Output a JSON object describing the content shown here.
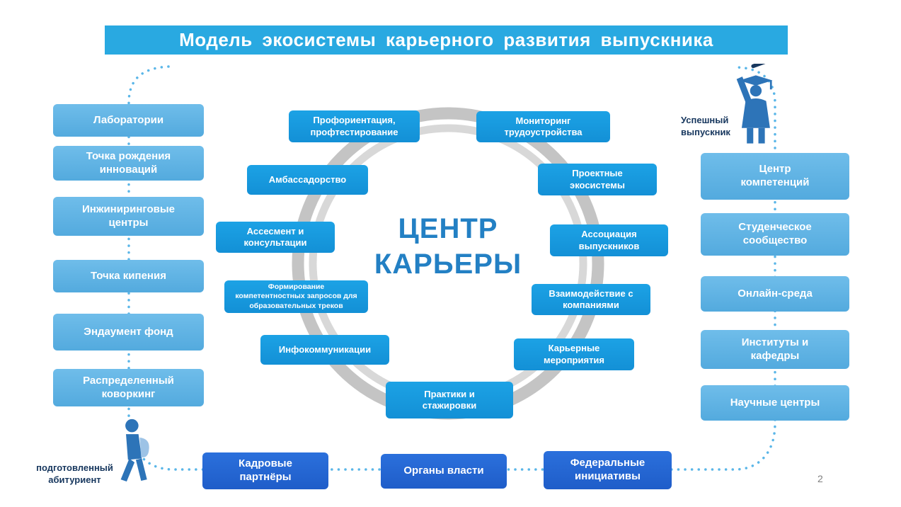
{
  "slide": {
    "title": "Модель экосистемы карьерного развития выпускника",
    "page_number": "2"
  },
  "center": {
    "label": "ЦЕНТР\nКАРЬЕРЫ"
  },
  "left_column": [
    "Лаборатории",
    "Точка рождения\nинноваций",
    "Инжиниринговые\nцентры",
    "Точка кипения",
    "Эндаумент фонд",
    "Распределенный\nковоркинг"
  ],
  "right_column": [
    "Центр\nкомпетенций",
    "Студенческое\nсообщество",
    "Онлайн-среда",
    "Институты и\nкафедры",
    "Научные центры"
  ],
  "inner_ring": [
    "Профориентация,\nпрофтестирование",
    "Мониторинг\nтрудоустройства",
    "Амбассадорство",
    "Проектные\nэкосистемы",
    "Ассесмент и\nконсультации",
    "Ассоциация\nвыпускников",
    "Формирование\nкомпетентностных запросов для\nобразовательных треков",
    "Взаимодействие с\nкомпаниями",
    "Инфокоммуникации",
    "Карьерные\nмероприятия",
    "Практики и\nстажировки"
  ],
  "bottom_row": [
    "Кадровые\nпартнёры",
    "Органы власти",
    "Федеральные\nинициативы"
  ],
  "actors": {
    "graduate_label": "Успешный\nвыпускник",
    "applicant_label": "подготовленный\nабитуриент"
  },
  "colors": {
    "title_bar": "#29A9E1",
    "side_node": "#5FB4E5",
    "ring_node": "#189CE0",
    "bottom_node": "#2465D4",
    "center_text": "#2380C4",
    "dotted_line": "#5AB6E8",
    "ring": "#C6C6C6"
  }
}
